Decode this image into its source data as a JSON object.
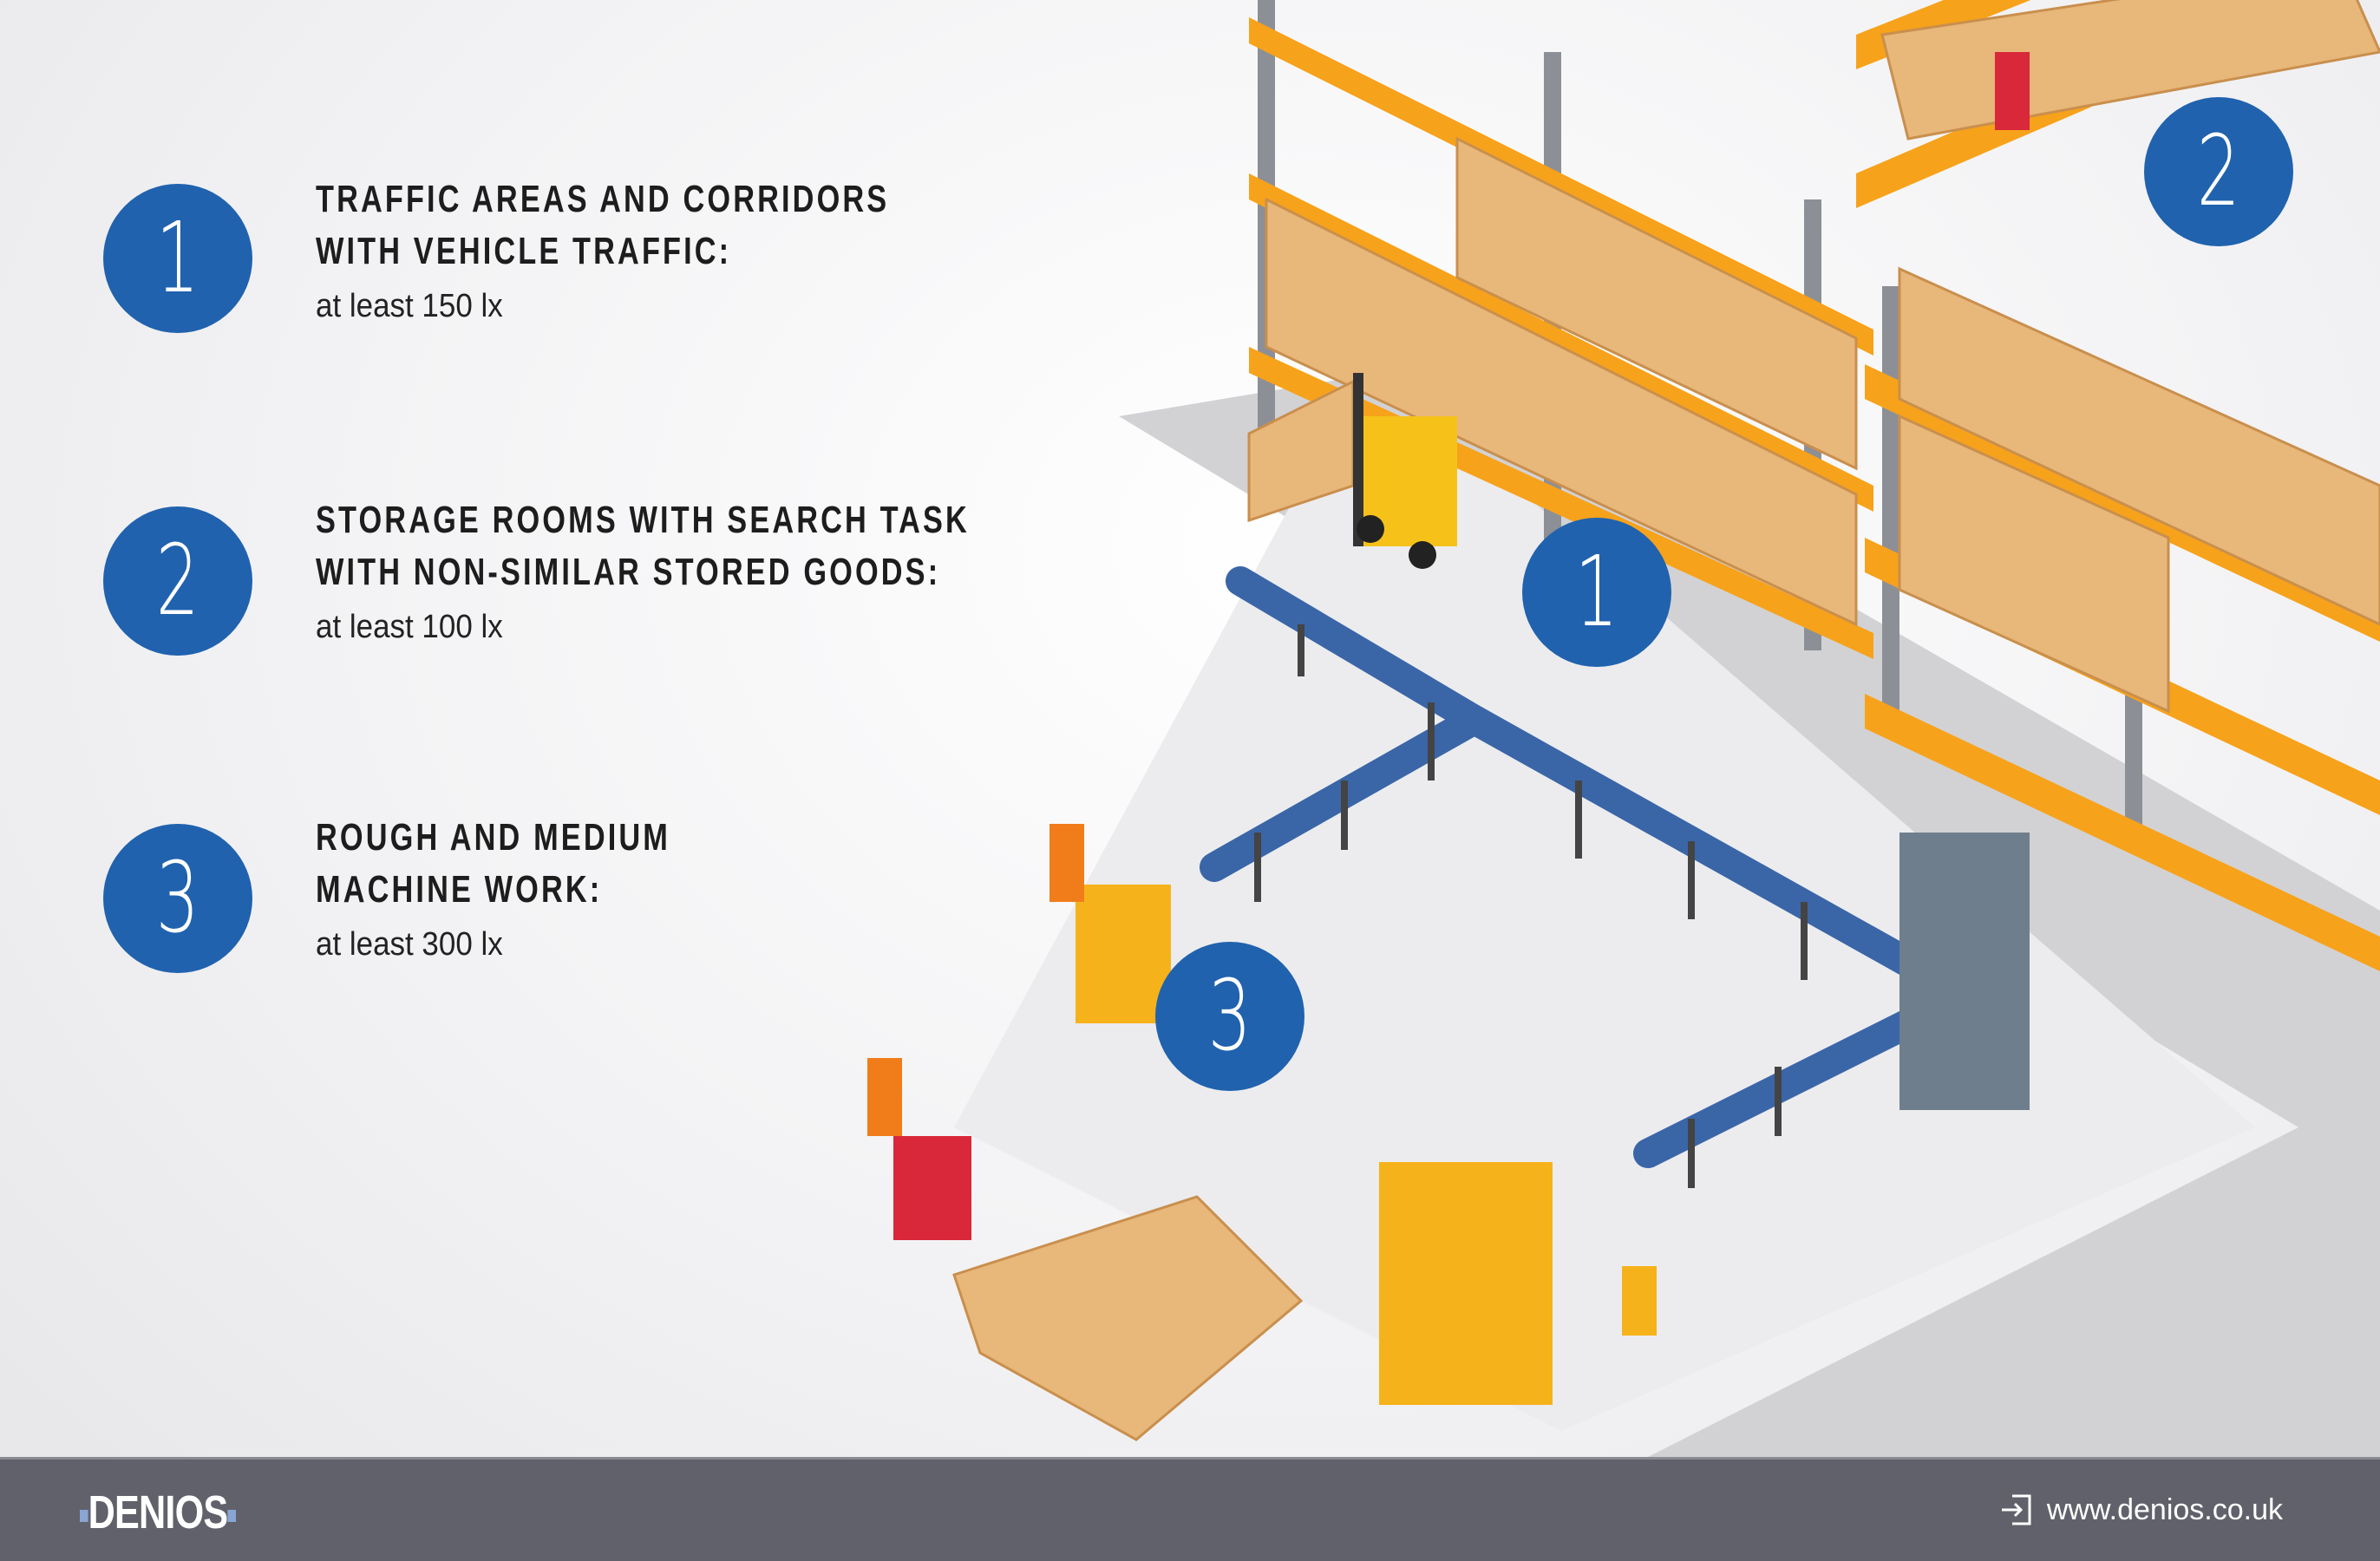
{
  "items": [
    {
      "number": "1",
      "title_line1": "TRAFFIC AREAS AND CORRIDORS",
      "title_line2": "WITH VEHICLE TRAFFIC:",
      "requirement": "at least 150 lx"
    },
    {
      "number": "2",
      "title_line1": "STORAGE ROOMS WITH SEARCH TASK",
      "title_line2": "WITH NON-SIMILAR STORED GOODS:",
      "requirement": "at least 100 lx"
    },
    {
      "number": "3",
      "title_line1": "ROUGH AND MEDIUM",
      "title_line2": "MACHINE WORK:",
      "requirement": "at least 300 lx"
    }
  ],
  "illustration_markers": [
    "1",
    "2",
    "3"
  ],
  "footer": {
    "logo": "DENIOS",
    "url": "www.denios.co.uk",
    "link_icon": "external-link-icon"
  },
  "colors": {
    "accent": "#2062ae",
    "footer": "#60616a",
    "shelf": "#f7a21b",
    "box": "#e8b77a"
  }
}
